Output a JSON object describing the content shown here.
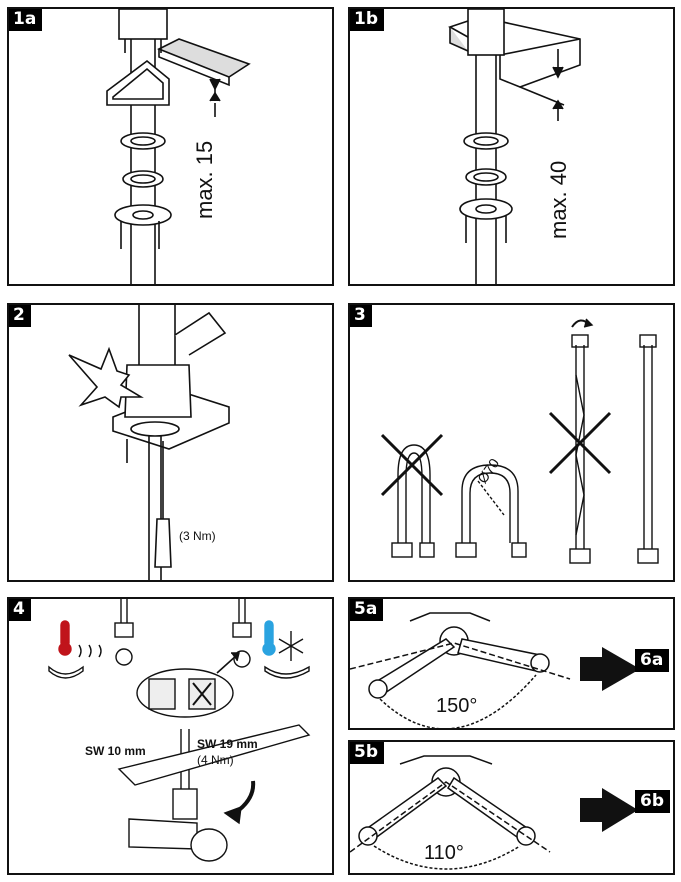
{
  "panels": {
    "p1a": {
      "tag": "1a",
      "dimension": "max. 15"
    },
    "p1b": {
      "tag": "1b",
      "dimension": "max. 40"
    },
    "p2": {
      "tag": "2",
      "torque": "(3 Nm)"
    },
    "p3": {
      "tag": "3",
      "diameter": "Ø70"
    },
    "p4": {
      "tag": "4",
      "wrench_small": "SW 10 mm",
      "wrench_large": "SW 19 mm",
      "torque": "(4 Nm)"
    },
    "p5a": {
      "tag": "5a",
      "angle": "150°",
      "next": "6a"
    },
    "p5b": {
      "tag": "5b",
      "angle": "110°",
      "next": "6b"
    }
  },
  "icons": {
    "hot": "thermometer-hot-icon",
    "cold": "thermometer-cold-icon",
    "forbidden": "cross-out-icon",
    "next": "arrow-right-icon",
    "rotate": "rotate-arrow-icon"
  },
  "colors": {
    "hot": "#c0141b",
    "cold": "#2aa3e0",
    "ink": "#111111"
  }
}
